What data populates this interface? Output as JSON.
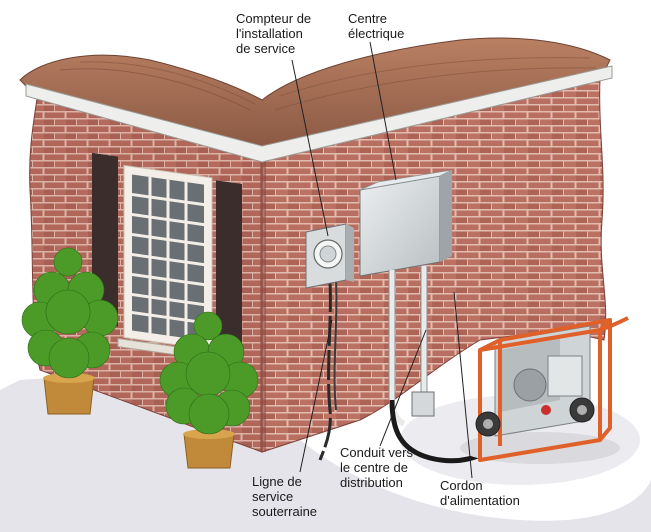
{
  "labels": {
    "meter": [
      "Compteur de",
      "l'installation",
      "de service"
    ],
    "panel": [
      "Centre",
      "électrique"
    ],
    "underground_line": [
      "Ligne de",
      "service",
      "souterraine"
    ],
    "conduit": [
      "Conduit vers",
      "le centre de",
      "distribution"
    ],
    "power_cord": [
      "Cordon",
      "d'alimentation"
    ]
  },
  "colors": {
    "brick": "#b0655a",
    "mortar": "#e8c8bc",
    "roof": "#9d6a52",
    "shutter": "#3b2d2c",
    "generator_frame": "#e0602a",
    "panel": "#d2d6d8",
    "ground": "#e6e6ea",
    "plant": "#4c9a28",
    "pot": "#c08a3a"
  }
}
